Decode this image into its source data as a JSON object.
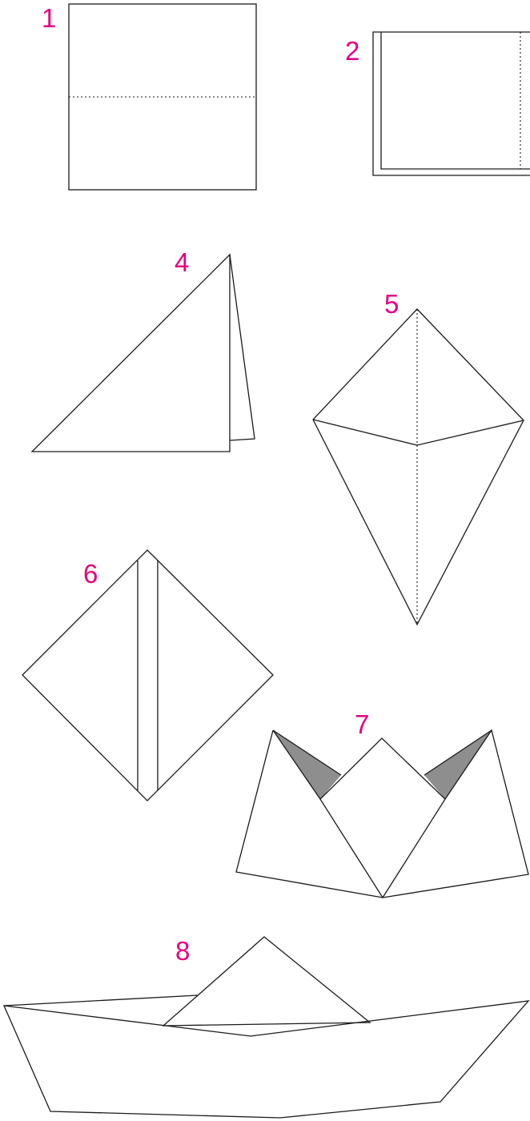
{
  "steps": [
    {
      "id": "1",
      "label": "1"
    },
    {
      "id": "2",
      "label": "2"
    },
    {
      "id": "4",
      "label": "4"
    },
    {
      "id": "5",
      "label": "5"
    },
    {
      "id": "6",
      "label": "6"
    },
    {
      "id": "7",
      "label": "7"
    },
    {
      "id": "8",
      "label": "8"
    }
  ],
  "colors": {
    "label": "#e4007f",
    "stroke": "#1a1a1a",
    "shade": "#8e8e8e",
    "background": "#ffffff"
  }
}
